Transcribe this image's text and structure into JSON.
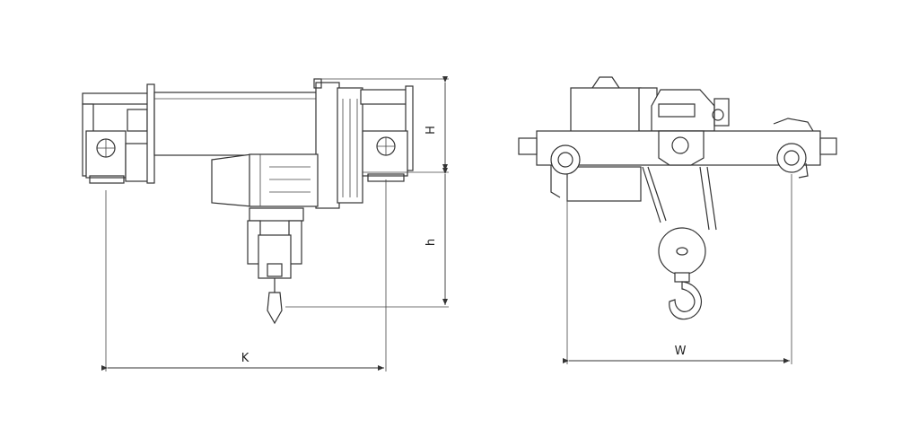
{
  "dimensions": {
    "height_upper": "H",
    "height_lower": "h",
    "width_side": "K",
    "width_front": "W"
  },
  "colors": {
    "line": "#333333",
    "background": "#ffffff"
  }
}
